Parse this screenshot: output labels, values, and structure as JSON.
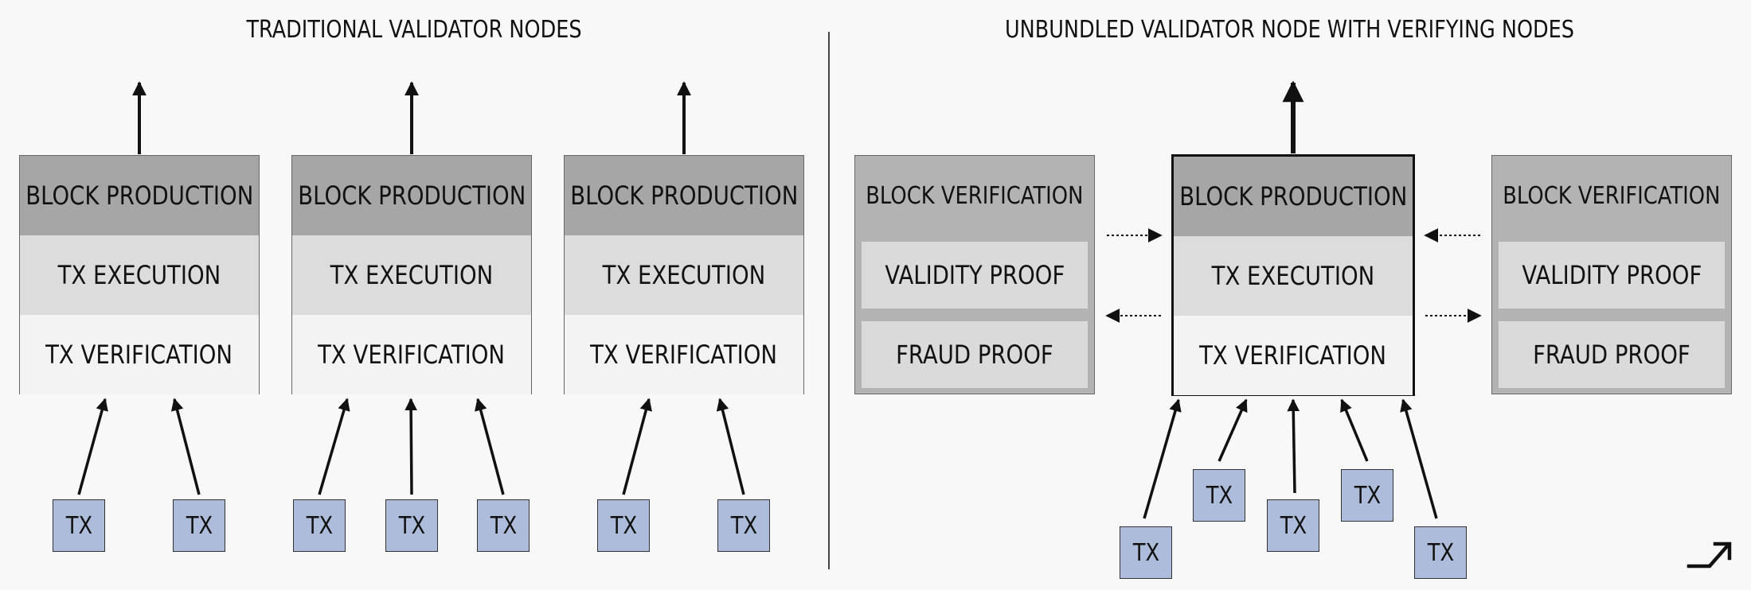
{
  "titles": {
    "left": "TRADITIONAL VALIDATOR NODES",
    "right": "UNBUNDLED VALIDATOR NODE WITH VERIFYING NODES"
  },
  "labels": {
    "block_production": "BLOCK PRODUCTION",
    "tx_execution": "TX EXECUTION",
    "tx_verification": "TX VERIFICATION",
    "block_verification": "BLOCK VERIFICATION",
    "validity_proof": "VALIDITY PROOF",
    "fraud_proof": "FRAUD PROOF",
    "tx": "TX"
  },
  "colors": {
    "tx_fill": "#aebcdc",
    "block_production": "#a6a6a6",
    "tx_execution": "#dcdcdc",
    "tx_verification": "#f3f3f3",
    "verifier_node": "#b3b3b3"
  },
  "logo_icon": "diagonal-arrow-logo-icon"
}
